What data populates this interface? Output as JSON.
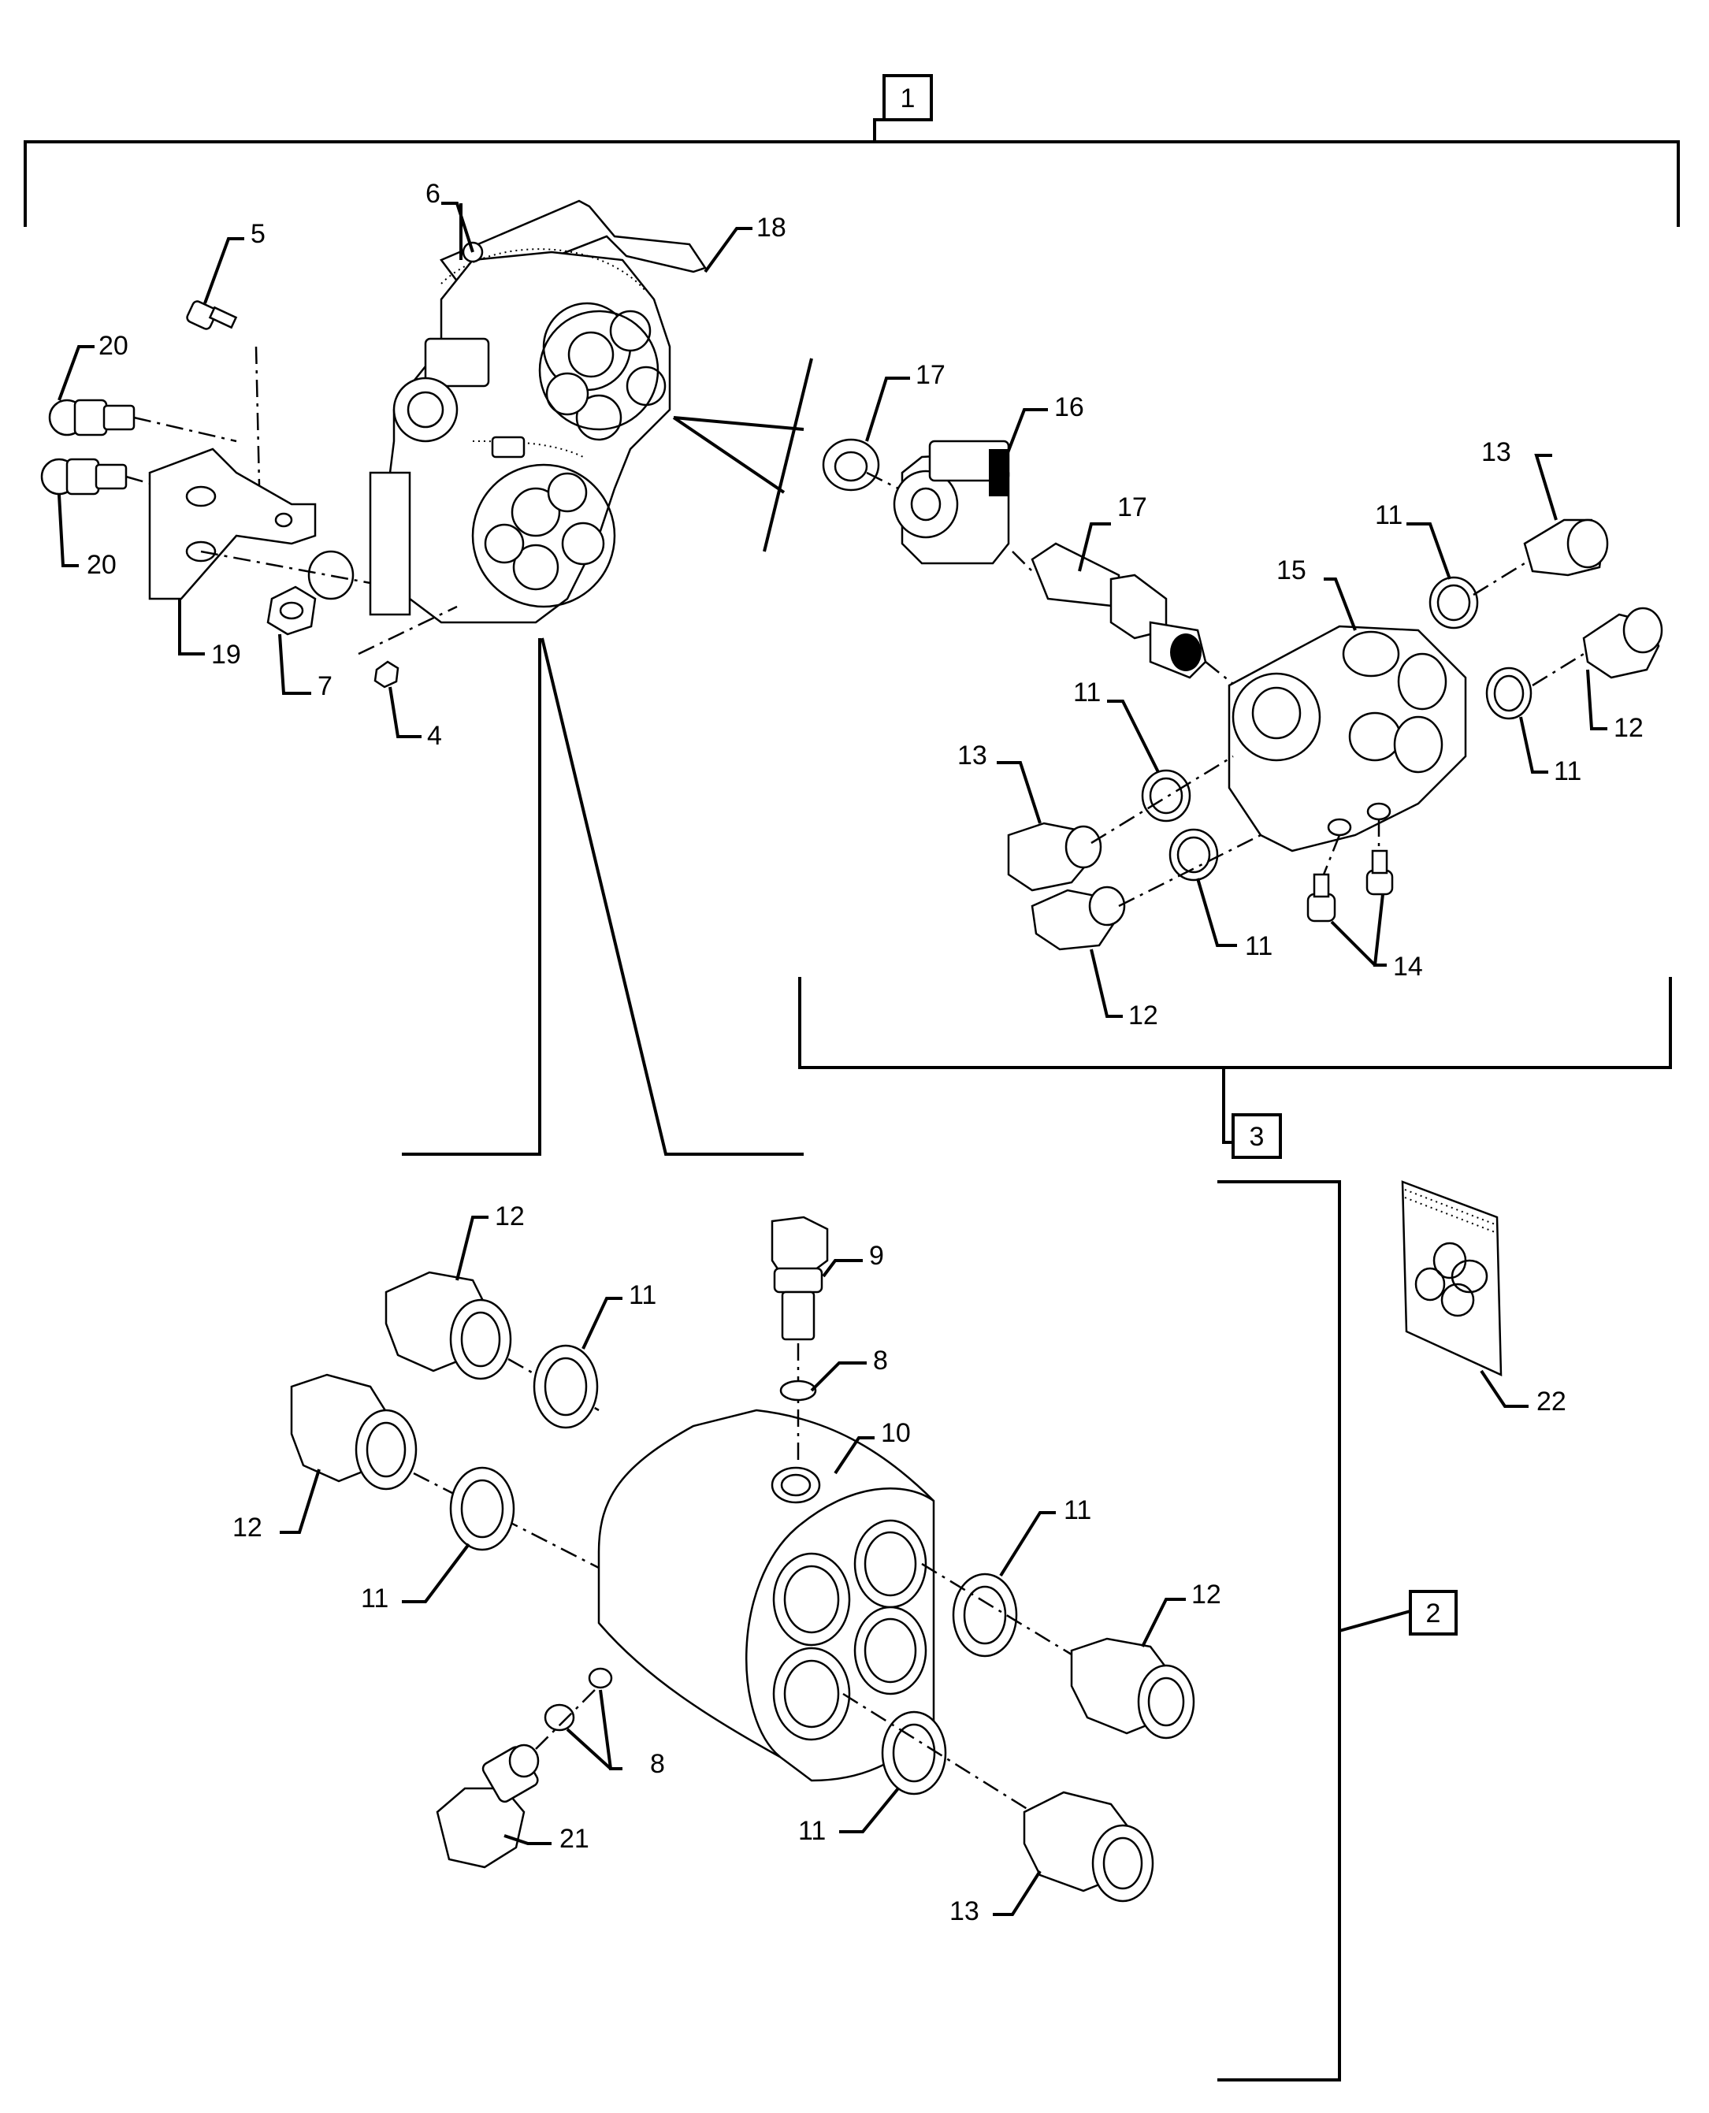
{
  "assembly_callouts": [
    {
      "id": "box-1",
      "label": "1"
    },
    {
      "id": "box-2",
      "label": "2"
    },
    {
      "id": "box-3",
      "label": "3"
    }
  ],
  "part_callouts": [
    {
      "id": "c-5",
      "label": "5"
    },
    {
      "id": "c-6",
      "label": "6"
    },
    {
      "id": "c-18",
      "label": "18"
    },
    {
      "id": "c-20a",
      "label": "20"
    },
    {
      "id": "c-20b",
      "label": "20"
    },
    {
      "id": "c-19",
      "label": "19"
    },
    {
      "id": "c-7",
      "label": "7"
    },
    {
      "id": "c-4",
      "label": "4"
    },
    {
      "id": "c-17a",
      "label": "17"
    },
    {
      "id": "c-16",
      "label": "16"
    },
    {
      "id": "c-17b",
      "label": "17"
    },
    {
      "id": "c-13a",
      "label": "13"
    },
    {
      "id": "c-11a",
      "label": "11"
    },
    {
      "id": "c-15",
      "label": "15"
    },
    {
      "id": "c-12a",
      "label": "12"
    },
    {
      "id": "c-11b",
      "label": "11"
    },
    {
      "id": "c-11c",
      "label": "11"
    },
    {
      "id": "c-13b",
      "label": "13"
    },
    {
      "id": "c-11d",
      "label": "11"
    },
    {
      "id": "c-12b",
      "label": "12"
    },
    {
      "id": "c-14",
      "label": "14"
    },
    {
      "id": "c-12c",
      "label": "12"
    },
    {
      "id": "c-11e",
      "label": "11"
    },
    {
      "id": "c-9",
      "label": "9"
    },
    {
      "id": "c-8a",
      "label": "8"
    },
    {
      "id": "c-10",
      "label": "10"
    },
    {
      "id": "c-12d",
      "label": "12"
    },
    {
      "id": "c-11f",
      "label": "11"
    },
    {
      "id": "c-11g",
      "label": "11"
    },
    {
      "id": "c-12e",
      "label": "12"
    },
    {
      "id": "c-8b",
      "label": "8"
    },
    {
      "id": "c-21",
      "label": "21"
    },
    {
      "id": "c-11h",
      "label": "11"
    },
    {
      "id": "c-13c",
      "label": "13"
    },
    {
      "id": "c-22",
      "label": "22"
    }
  ]
}
